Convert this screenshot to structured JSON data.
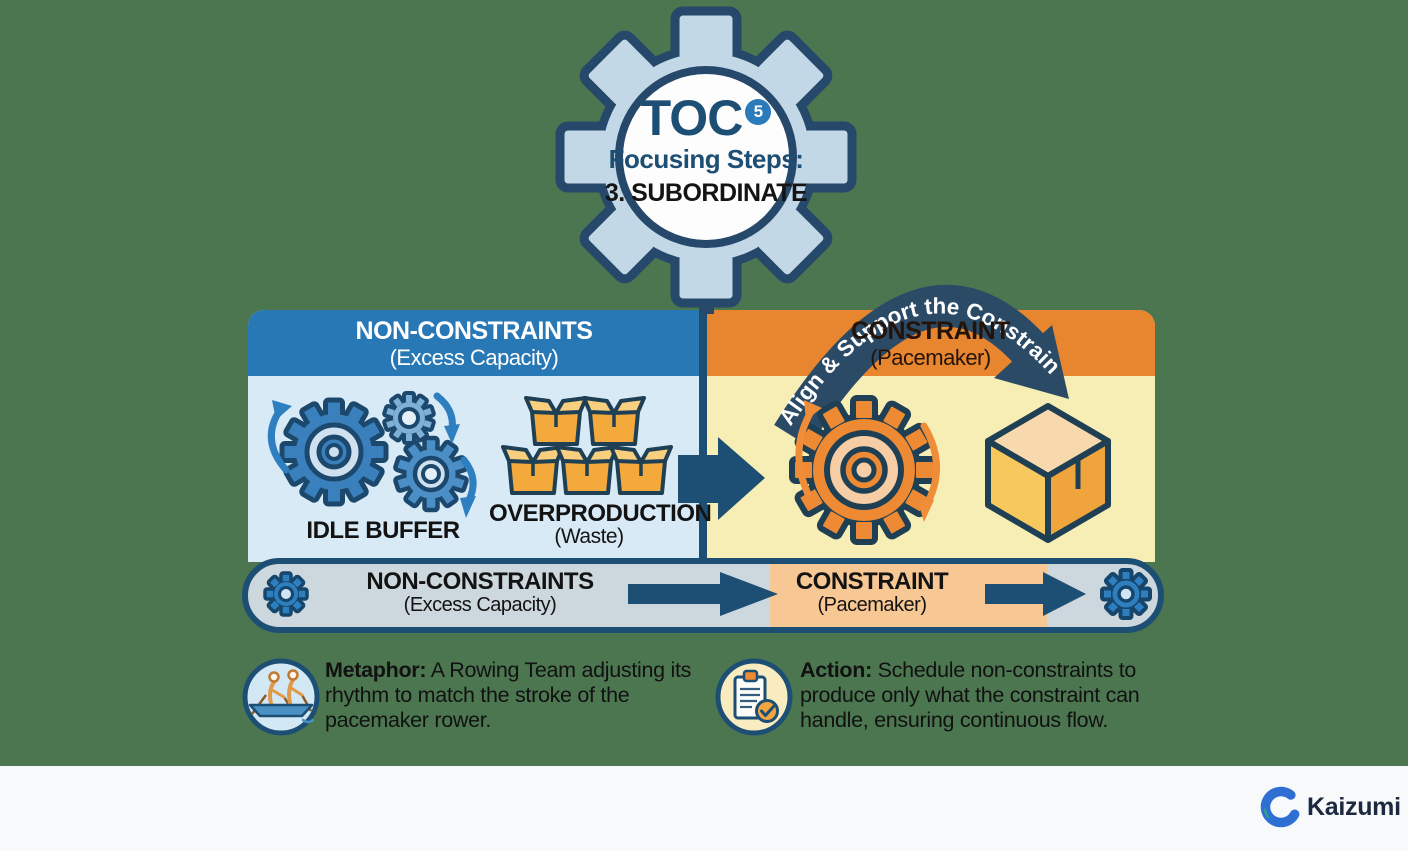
{
  "colors": {
    "background_green": "#4c7650",
    "navy_outline": "#1d4e74",
    "header_blue": "#2878b6",
    "header_orange": "#e8862f",
    "panel_light_blue": "#d7eaf6",
    "panel_light_yellow": "#f6eeb4",
    "footer_bg": "#f7f9fb",
    "brand_blue": "#2f6fd4"
  },
  "gear_badge": {
    "title": "TOC",
    "badge": "5",
    "subtitle": "Focusing Steps:",
    "step": "3. SUBORDINATE"
  },
  "arc_label": "Align & Support the Constraint",
  "left_panel": {
    "title": "NON-CONSTRAINTS",
    "subtitle": "(Excess Capacity)",
    "idle_label": "IDLE BUFFER",
    "over_label": "OVERPRODUCTION",
    "over_sublabel": "(Waste)"
  },
  "right_panel": {
    "title": "CONSTRAINT",
    "subtitle": "(Pacemaker)"
  },
  "flow_bar": {
    "left_title": "NON-CONSTRAINTS",
    "left_subtitle": "(Excess Capacity)",
    "right_title": "CONSTRAINT",
    "right_subtitle": "(Pacemaker)"
  },
  "metaphor": {
    "lead": "Metaphor:",
    "body": " A Rowing Team adjusting its rhythm to match the stroke of the pacemaker rower."
  },
  "action": {
    "lead": "Action:",
    "body": " Schedule non-constraints to produce only what the constraint can handle, ensuring continuous flow."
  },
  "footer": {
    "brand": "Kaizumi"
  }
}
